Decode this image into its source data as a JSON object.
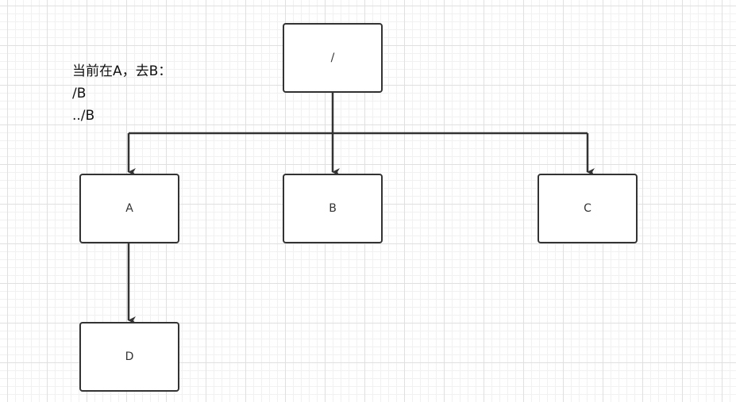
{
  "diagram": {
    "nodes": {
      "root": "/",
      "a": "A",
      "b": "B",
      "c": "C",
      "d": "D"
    },
    "note": {
      "line1": "当前在A，去B：",
      "line2": "/B",
      "line3": "../B"
    }
  }
}
